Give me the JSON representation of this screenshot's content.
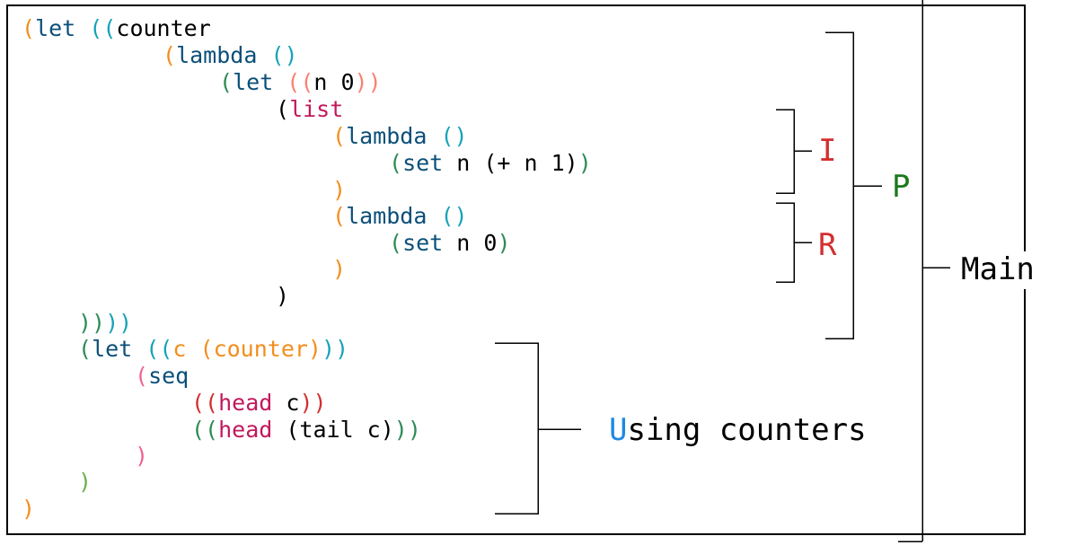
{
  "colors": {
    "default": "#000000",
    "keyword": "#0b4f79",
    "paren_orange": "#f28e1c",
    "paren_cyan": "#17a2b8",
    "paren_blue": "#1f77b4",
    "paren_green": "#2e8b57",
    "paren_salmon": "#fa8072",
    "paren_magenta": "#c2185b",
    "paren_pink": "#f06292",
    "paren_lightgreen": "#6ab04c",
    "paren_purple": "#6a1b9a",
    "label_red": "#d32f2f",
    "label_green": "#1b7a1b",
    "label_blue_letter": "#1e88e5"
  },
  "code": [
    [
      {
        "t": "(",
        "c": "paren_orange"
      },
      {
        "t": "let",
        "c": "keyword"
      },
      {
        "t": " "
      },
      {
        "t": "((",
        "c": "paren_cyan"
      },
      {
        "t": "counter"
      }
    ],
    [
      {
        "t": "(",
        "c": "paren_orange"
      },
      {
        "t": "lambda",
        "c": "keyword"
      },
      {
        "t": " "
      },
      {
        "t": "()",
        "c": "paren_cyan"
      }
    ],
    [
      {
        "t": "(",
        "c": "paren_green"
      },
      {
        "t": "let",
        "c": "keyword"
      },
      {
        "t": " "
      },
      {
        "t": "((",
        "c": "paren_salmon"
      },
      {
        "t": "n 0"
      },
      {
        "t": "))",
        "c": "paren_salmon"
      }
    ],
    [
      {
        "t": "("
      },
      {
        "t": "list",
        "c": "paren_magenta"
      }
    ],
    [
      {
        "t": "(",
        "c": "paren_orange"
      },
      {
        "t": "lambda",
        "c": "keyword"
      },
      {
        "t": " "
      },
      {
        "t": "()",
        "c": "paren_cyan"
      }
    ],
    [
      {
        "t": "(",
        "c": "paren_green"
      },
      {
        "t": "set",
        "c": "keyword"
      },
      {
        "t": " n (+ n 1)"
      },
      {
        "t": ")",
        "c": "paren_green"
      }
    ],
    [
      {
        "t": ")",
        "c": "paren_orange"
      }
    ],
    [
      {
        "t": "(",
        "c": "paren_orange"
      },
      {
        "t": "lambda",
        "c": "keyword"
      },
      {
        "t": " "
      },
      {
        "t": "()",
        "c": "paren_cyan"
      }
    ],
    [
      {
        "t": "(",
        "c": "paren_green"
      },
      {
        "t": "set",
        "c": "keyword"
      },
      {
        "t": " n 0"
      },
      {
        "t": ")",
        "c": "paren_green"
      }
    ],
    [
      {
        "t": ")",
        "c": "paren_orange"
      }
    ],
    [
      {
        "t": ")"
      }
    ],
    [
      {
        "t": "))",
        "c": "paren_green"
      },
      {
        "t": "))",
        "c": "paren_cyan"
      }
    ],
    [
      {
        "t": "(",
        "c": "paren_green"
      },
      {
        "t": "let",
        "c": "keyword"
      },
      {
        "t": " "
      },
      {
        "t": "((",
        "c": "paren_cyan"
      },
      {
        "t": "c",
        "c": "paren_orange"
      },
      {
        "t": " "
      },
      {
        "t": "(counter)",
        "c": "paren_orange"
      },
      {
        "t": "))",
        "c": "paren_cyan"
      }
    ],
    [
      {
        "t": "(",
        "c": "paren_pink"
      },
      {
        "t": "seq",
        "c": "keyword"
      }
    ],
    [
      {
        "t": "((",
        "c": "label_red"
      },
      {
        "t": "head",
        "c": "paren_magenta"
      },
      {
        "t": " c"
      },
      {
        "t": "))",
        "c": "label_red"
      }
    ],
    [
      {
        "t": "((",
        "c": "paren_green"
      },
      {
        "t": "head",
        "c": "paren_magenta"
      },
      {
        "t": " (tail c)"
      },
      {
        "t": "))",
        "c": "paren_green"
      }
    ],
    [
      {
        "t": ")",
        "c": "paren_pink"
      }
    ],
    [
      {
        "t": ")",
        "c": "paren_lightgreen"
      }
    ],
    [
      {
        "t": ")",
        "c": "paren_orange"
      }
    ]
  ],
  "labels": {
    "I": "I",
    "R": "R",
    "P": "P",
    "main": "Main",
    "using_first": "U",
    "using_rest": "sing counters"
  }
}
